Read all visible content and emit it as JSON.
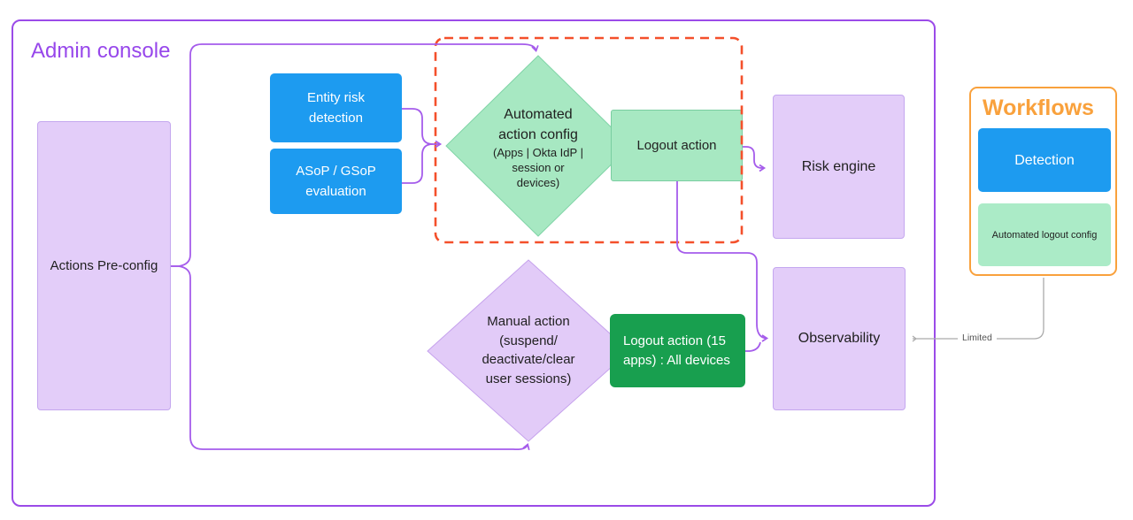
{
  "admin_console": {
    "title": "Admin console"
  },
  "workflows": {
    "title": "Workflows",
    "detection_label": "Detection",
    "automated_logout_label": "Automated logout config"
  },
  "nodes": {
    "actions_preconfig": {
      "label": "Actions Pre-config"
    },
    "entity_risk": {
      "line1": "Entity risk",
      "line2": "detection"
    },
    "asop_gsop": {
      "line1": "ASoP / GSoP",
      "line2": "evaluation"
    },
    "automated_config": {
      "line1": "Automated",
      "line2": "action config",
      "line3": "(Apps | Okta IdP |",
      "line4": "session or",
      "line5": "devices)"
    },
    "logout_action": {
      "label": "Logout action"
    },
    "risk_engine": {
      "label": "Risk engine"
    },
    "manual_action": {
      "line1": "Manual action",
      "line2": "(suspend/",
      "line3": "deactivate/clear",
      "line4": "user sessions)"
    },
    "logout_action_15": {
      "line1": "Logout action (15",
      "line2": "apps) : All devices"
    },
    "observability": {
      "label": "Observability"
    }
  },
  "edges": {
    "limited_label": "Limited"
  },
  "colors": {
    "purple_border": "#9B4BE8",
    "connector_purple": "#A55CEB",
    "light_purple_fill": "#E3CDF9",
    "blue_fill": "#1D9BF0",
    "light_green_fill": "#A7E8C2",
    "dark_green_fill": "#189F4F",
    "red_dashed": "#F4502B",
    "orange": "#F9A13C",
    "gray_line": "#ABABAB"
  }
}
